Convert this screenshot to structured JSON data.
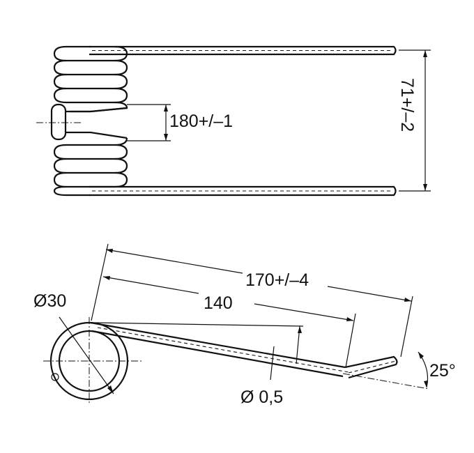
{
  "top_view": {
    "dim_coil_gap": "180+/–1",
    "dim_leg_spacing": "71+/–2"
  },
  "side_view": {
    "dim_coil_diameter": "Ø30",
    "dim_length_total": "170+/–4",
    "dim_length_inner": "140",
    "dim_wire_diameter": "Ø 0,5",
    "dim_angle": "25°"
  }
}
